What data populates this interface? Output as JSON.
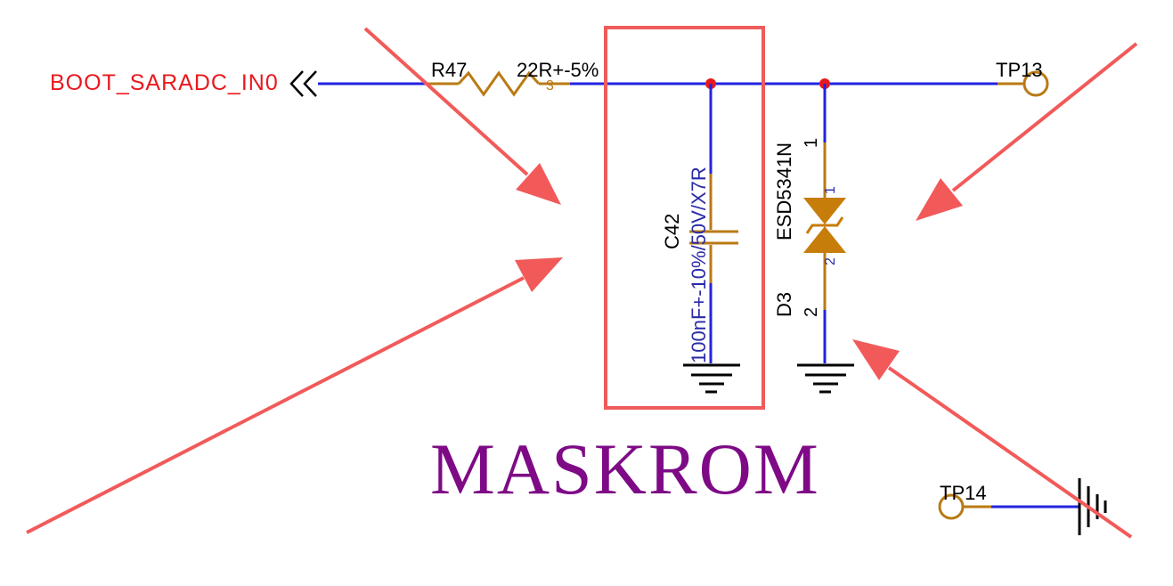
{
  "net_label": "BOOT_SARADC_IN0",
  "resistor": {
    "ref": "R47",
    "value": "22R+-5%",
    "pin": "3"
  },
  "capacitor": {
    "ref": "C42",
    "value": "100nF+-10%/50V/X7R"
  },
  "diode": {
    "part": "ESD5341N",
    "ref": "D3",
    "pin1": "1",
    "pin2": "2",
    "pin1_small": "1",
    "pin2_small": "2"
  },
  "test_points": {
    "tp13": "TP13",
    "tp14": "TP14"
  },
  "title": "MASKROM",
  "colors": {
    "wire": "#2323e0",
    "component": "#b97a14",
    "junction": "#e8191e",
    "highlight_box": "#ef5b5b",
    "arrow": "#f25a5a",
    "title": "#7e0a86",
    "net_label": "#e8191e"
  },
  "icons": [
    "double-chevron-left-icon",
    "ground-symbol-icon",
    "test-point-circle-icon",
    "arrow-icon"
  ]
}
